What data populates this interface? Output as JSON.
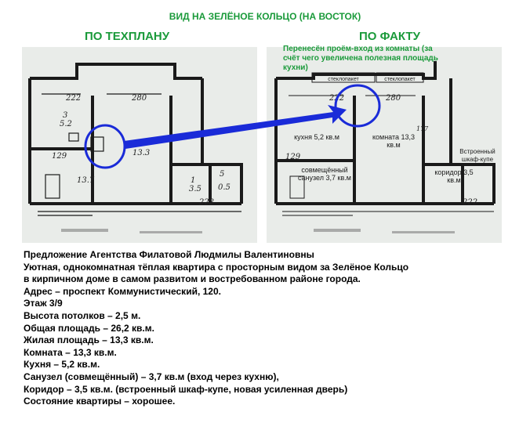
{
  "title": "ВИД НА ЗЕЛЁНОЕ КОЛЬЦО (НА ВОСТОК)",
  "left_plan": {
    "heading": "ПО ТЕХПЛАНУ",
    "dims": {
      "top_left": "222",
      "top_right": "280",
      "kitchen_num": "3",
      "kitchen_area": "5.2",
      "bath_width": "129",
      "bath_area": "13.7",
      "room_area": "13.3",
      "corridor_num": "1",
      "corridor_area": "3.5",
      "closet_num": "5",
      "closet_area": "0.5",
      "bottom": "222"
    }
  },
  "right_plan": {
    "heading": "ПО ФАКТУ",
    "note": "Перенесён проём-вход из комнаты (за счёт чего увеличена полезная площадь кухни)",
    "window_left": "стеклопакет",
    "window_right": "стеклопакет",
    "kitchen": "кухня 5,2 кв.м",
    "room": "комната 13,3 кв.м",
    "bathroom": "совмещённый санузел 3,7 кв.м",
    "corridor": "коридор 3,5 кв.м",
    "wardrobe": "Встроенный шкаф-купе",
    "dims": {
      "top_left": "222",
      "top_right": "280",
      "bath_width": "129",
      "side": "177",
      "bottom": "222"
    }
  },
  "description": [
    "Предложение Агентства Филатовой Людмилы Валентиновны",
    "Уютная, однокомнатная тёплая квартира с просторным видом за Зелёное Кольцо",
    "в кирпичном доме в самом развитом и востребованном районе города.",
    "Адрес – проспект Коммунистический, 120.",
    "Этаж 3/9",
    "Высота потолков – 2,5 м.",
    "Общая площадь – 26,2 кв.м.",
    "Жилая площадь – 13,3 кв.м.",
    "Комната – 13,3 кв.м.",
    "Кухня – 5,2 кв.м.",
    "Санузел (совмещённый) – 3,7 кв.м (вход через кухню),",
    "Коридор – 3,5 кв.м. (встроенный шкаф-купе, новая усиленная дверь)",
    "Состояние квартиры – хорошее."
  ],
  "colors": {
    "green": "#1a9a3a",
    "blue": "#1a2bd8",
    "wall": "#1a1a1a",
    "paper": "#e9ece9"
  }
}
